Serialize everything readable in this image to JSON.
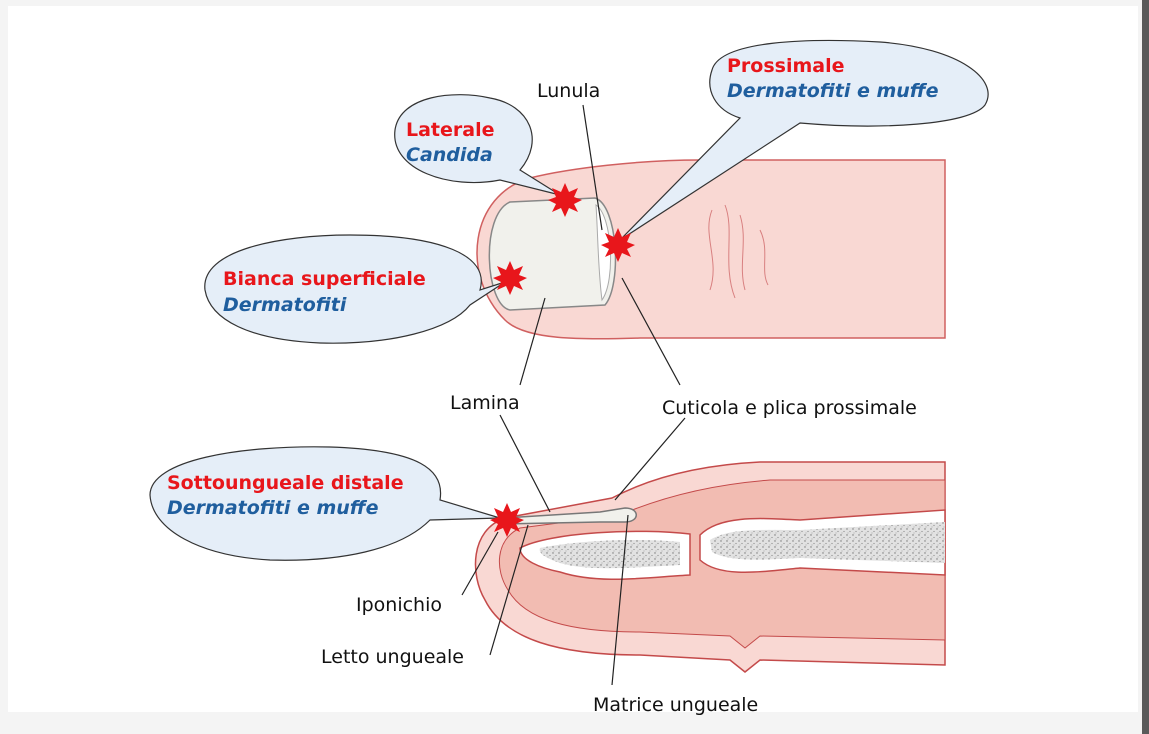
{
  "colors": {
    "skin": "#f9d8d3",
    "skin_deep": "#f2bcb2",
    "skin_stroke": "#c44a4a",
    "nail": "#f1f1ec",
    "bone_fill": "#e4e4e4",
    "bubble": "#e5eef8",
    "lesion": "#e8161b",
    "red_text": "#e8161b",
    "blue_text": "#1f5e9e"
  },
  "anatomy": {
    "lunula": "Lunula",
    "lamina": "Lamina",
    "cuticola": "Cuticola e plica prossimale",
    "iponichio": "Iponichio",
    "letto": "Letto ungueale",
    "matrice": "Matrice ungueale"
  },
  "callouts": {
    "laterale": {
      "title": "Laterale",
      "subtitle": "Candida"
    },
    "prossimale": {
      "title": "Prossimale",
      "subtitle": "Dermatofiti e muffe"
    },
    "bianca": {
      "title": "Bianca superficiale",
      "subtitle": "Dermatofiti"
    },
    "sottoungueale": {
      "title": "Sottoungueale distale",
      "subtitle": "Dermatofiti e muffe"
    }
  }
}
